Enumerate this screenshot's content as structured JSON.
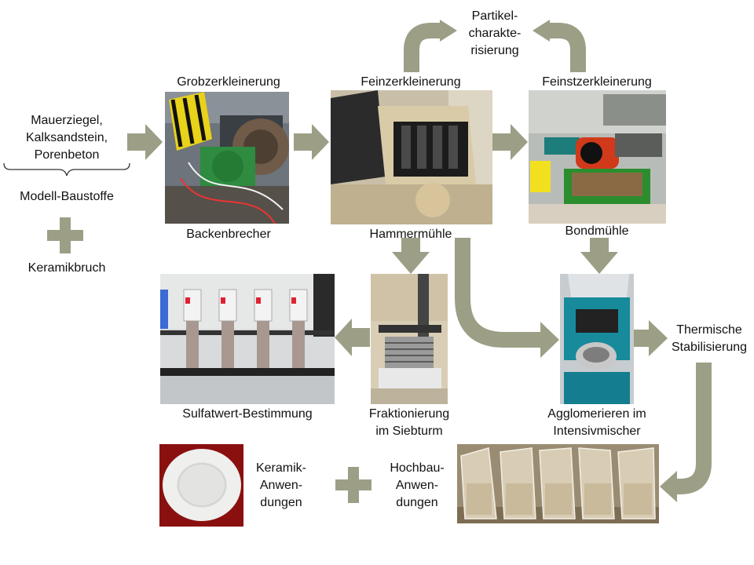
{
  "input": {
    "materials_line1": "Mauerziegel,",
    "materials_line2": "Kalksandstein,",
    "materials_line3": "Porenbeton",
    "group_label": "Modell-Baustoffe",
    "ceramic_label": "Keramikbruch"
  },
  "steps": {
    "grob_title": "Grobzerkleinerung",
    "grob_machine": "Backenbrecher",
    "fein_title": "Feinzerkleinerung",
    "fein_machine": "Hammermühle",
    "feinst_title": "Feinstzerkleinerung",
    "feinst_machine": "Bondmühle",
    "partikel_line1": "Partikel-",
    "partikel_line2": "charakte-",
    "partikel_line3": "risierung",
    "sulfat": "Sulfatwert-Bestimmung",
    "frak_line1": "Fraktionierung",
    "frak_line2": "im Siebturm",
    "agglo_line1": "Agglomerieren im",
    "agglo_line2": "Intensivmischer",
    "thermo_line1": "Thermische",
    "thermo_line2": "Stabilisierung"
  },
  "applications": {
    "keramik_line1": "Keramik-",
    "keramik_line2": "Anwen-",
    "keramik_line3": "dungen",
    "hochbau_line1": "Hochbau-",
    "hochbau_line2": "Anwen-",
    "hochbau_line3": "dungen"
  },
  "colors": {
    "arrow": "#9c9f86",
    "plate_bg": "#8a1010"
  }
}
